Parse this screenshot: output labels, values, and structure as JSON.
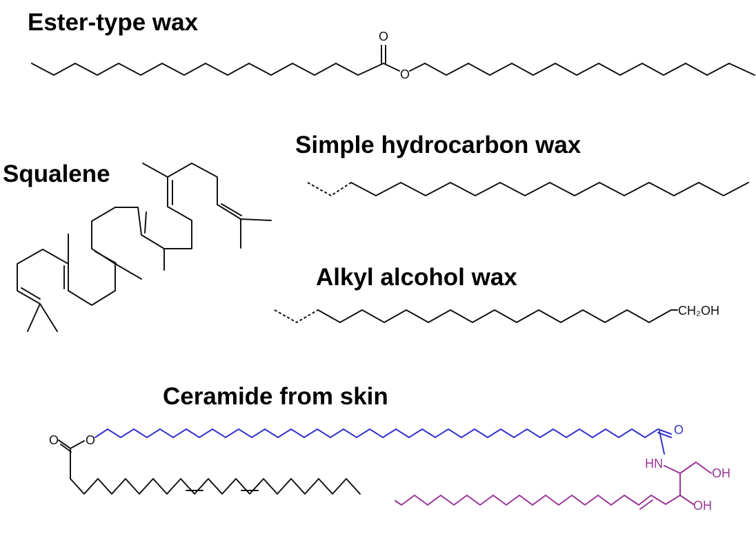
{
  "titles": {
    "ester": "Ester-type wax",
    "squalene": "Squalene",
    "hydrocarbon": "Simple hydrocarbon wax",
    "alcohol": "Alkyl alcohol wax",
    "ceramide": "Ceramide from skin"
  },
  "atoms": {
    "ester_carbonyl_o": "O",
    "ester_bridge_o": "O",
    "alcohol_group": "CH₂OH",
    "ceramide_ester_carbonyl_o": "O",
    "ceramide_ester_bridge_o": "O",
    "amide_o": "O",
    "amide_nh": "HN",
    "hydroxyl_1": "OH",
    "hydroxyl_2": "OH"
  },
  "colors": {
    "text": "#000000",
    "bond": "#111111",
    "fatty_acid_chain": "#3333cc",
    "sphingoid_base": "#993399"
  }
}
